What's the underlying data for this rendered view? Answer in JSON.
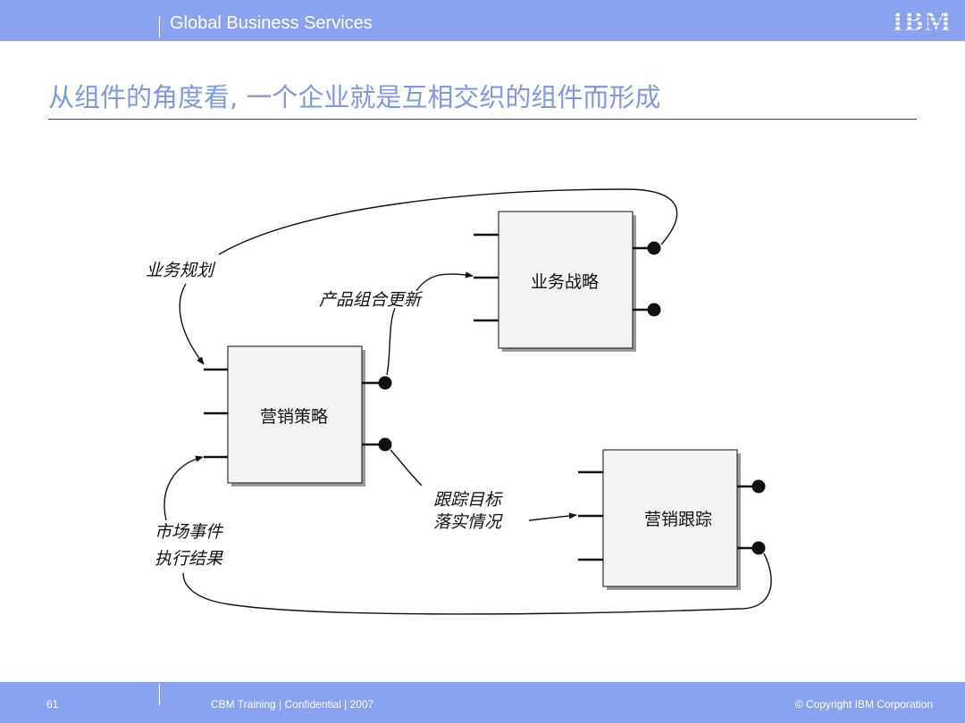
{
  "header": {
    "brand": "Global Business Services",
    "logo": "IBM"
  },
  "title": "从组件的角度看, 一个企业就是互相交织的组件而形成",
  "diagram": {
    "components": {
      "business_strategy": "业务战略",
      "marketing_strategy": "营销策略",
      "marketing_tracking": "营销跟踪"
    },
    "flows": {
      "business_planning": "业务规划",
      "product_portfolio_update": "产品组合更新",
      "tracking_line1": "跟踪目标",
      "tracking_line2": "落实情况",
      "market_events_line1": "市场事件",
      "market_events_line2": "执行结果"
    }
  },
  "footer": {
    "page_number": "61",
    "center_text": "CBM Training | Confidential | 2007",
    "copyright": "© Copyright IBM Corporation"
  },
  "colors": {
    "bar": "#8aa2ef",
    "title": "#7f98e4",
    "box_fill": "#f3f3f3"
  }
}
